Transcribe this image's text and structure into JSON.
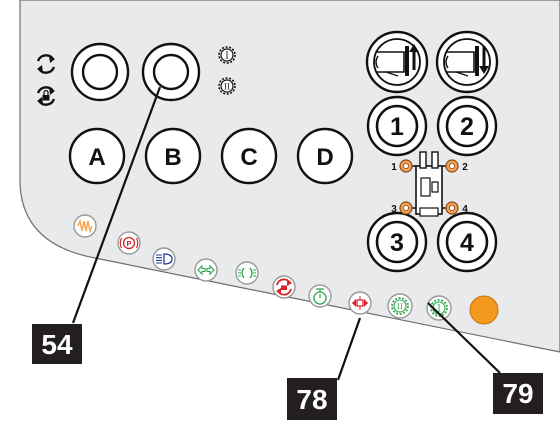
{
  "panel": {
    "letter_buttons": [
      "A",
      "B",
      "C",
      "D"
    ],
    "number_buttons": [
      "1",
      "2",
      "3",
      "4"
    ],
    "axle_labels": [
      "1",
      "2",
      "3",
      "4"
    ],
    "gear_labels": [
      "I",
      "II"
    ]
  },
  "callouts": [
    {
      "label": "54"
    },
    {
      "label": "78"
    },
    {
      "label": "79"
    }
  ],
  "indicators": [
    {
      "name": "heater-icon",
      "color": "#f7a24a"
    },
    {
      "name": "parking-brake-icon",
      "color": "#d8232a"
    },
    {
      "name": "high-beam-icon",
      "color": "#1f3c9a"
    },
    {
      "name": "turn-signal-icon",
      "color": "#2ba84a"
    },
    {
      "name": "side-lights-icon",
      "color": "#2ba84a"
    },
    {
      "name": "lock-rotation-icon",
      "color": "#d8232a"
    },
    {
      "name": "timer-icon",
      "color": "#2ba84a"
    },
    {
      "name": "diff-lock-icon",
      "color": "#d8232a"
    },
    {
      "name": "gear-II-icon",
      "color": "#2ba84a",
      "label": "II"
    },
    {
      "name": "gear-I-icon",
      "color": "#2ba84a",
      "label": "I"
    }
  ],
  "colors": {
    "panel": "#e9eaec",
    "callout": "#231f20",
    "orange_button": "#f39a1e"
  }
}
